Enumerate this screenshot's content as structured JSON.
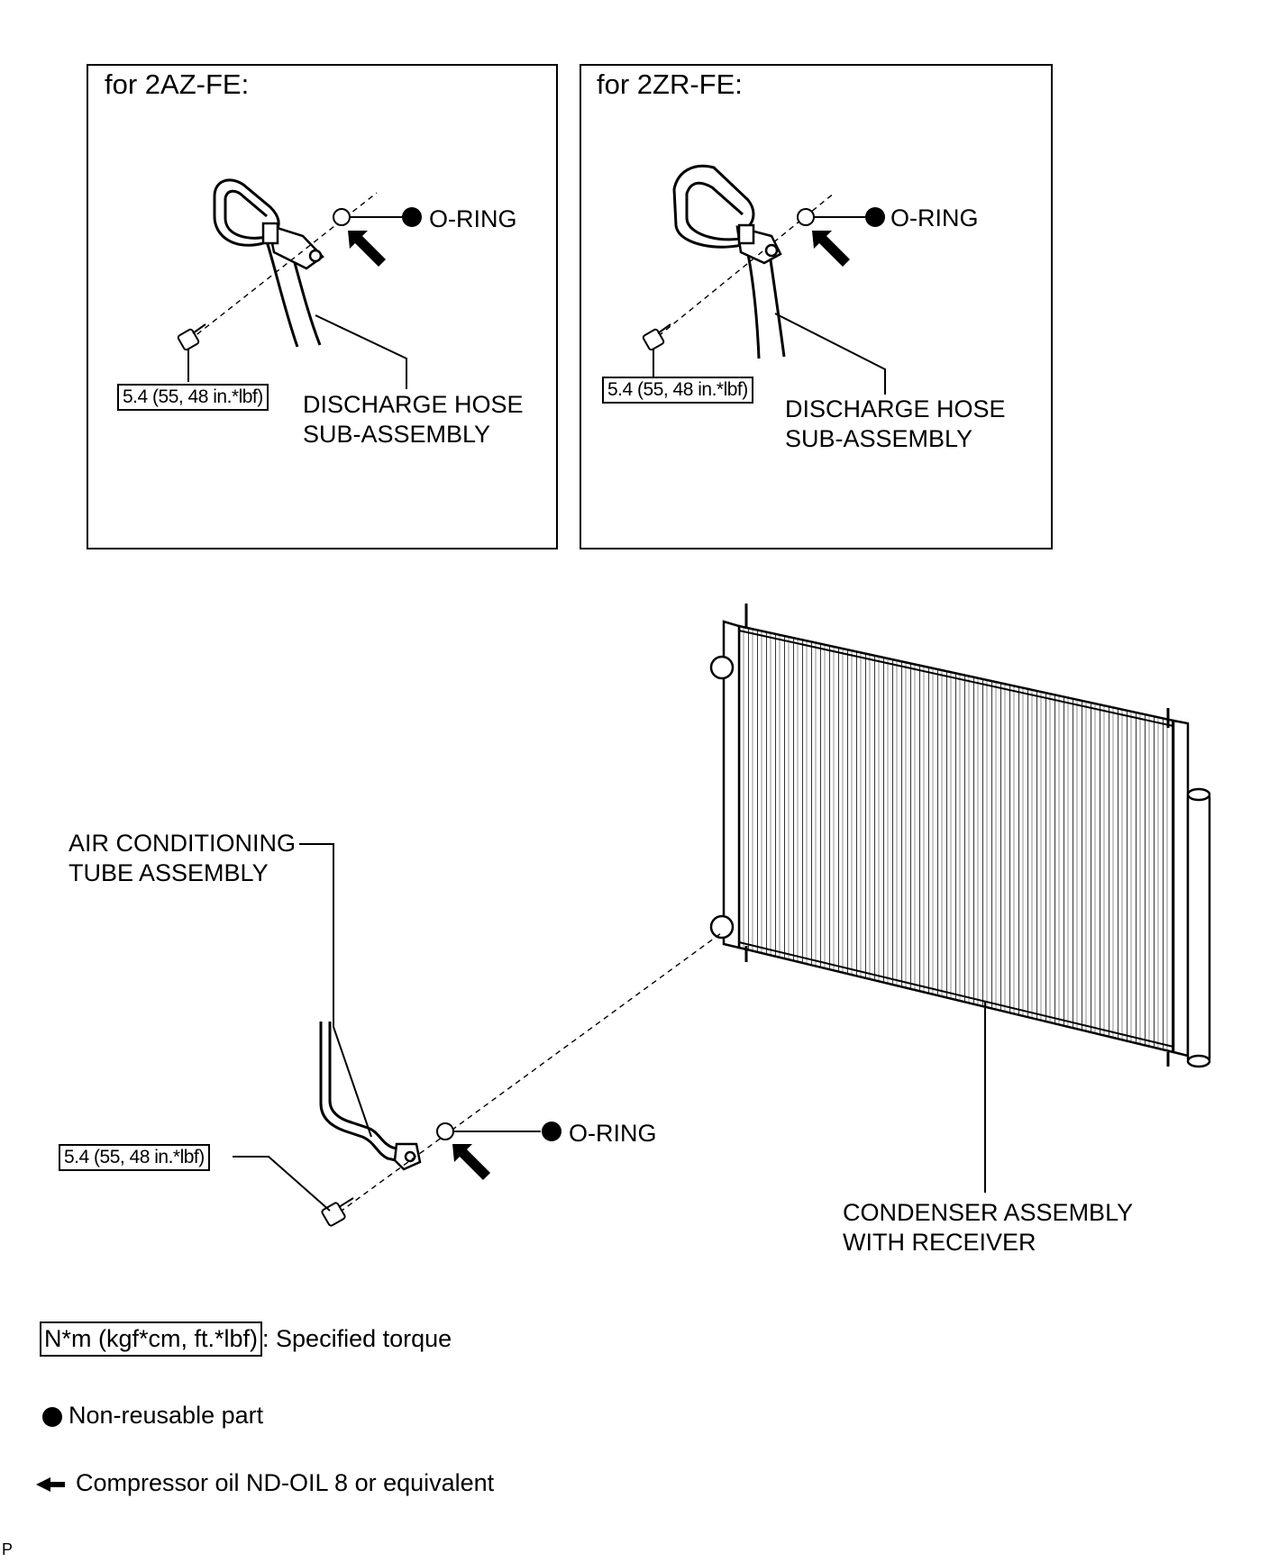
{
  "panel_2az": {
    "title": "for 2AZ-FE:",
    "oring_label": "O-RING",
    "torque": "5.4 (55, 48 in.*lbf)",
    "hose_label_1": "DISCHARGE HOSE",
    "hose_label_2": "SUB-ASSEMBLY"
  },
  "panel_2zr": {
    "title": "for 2ZR-FE:",
    "oring_label": "O-RING",
    "torque": "5.4 (55, 48 in.*lbf)",
    "hose_label_1": "DISCHARGE HOSE",
    "hose_label_2": "SUB-ASSEMBLY"
  },
  "main": {
    "tube_label_1": "AIR CONDITIONING",
    "tube_label_2": "TUBE ASSEMBLY",
    "oring_label": "O-RING",
    "torque": "5.4 (55, 48 in.*lbf)",
    "condenser_label_1": "CONDENSER ASSEMBLY",
    "condenser_label_2": "WITH RECEIVER"
  },
  "legend": {
    "torque_unit": "N*m (kgf*cm, ft.*lbf)",
    "torque_text": ": Specified torque",
    "nonreusable_text": "Non-reusable part",
    "oil_text": "Compressor oil ND-OIL 8 or equivalent"
  },
  "footer_code": "P",
  "icons": [
    "filled-circle-icon",
    "arrow-icon",
    "bolt-icon",
    "o-ring-icon"
  ]
}
